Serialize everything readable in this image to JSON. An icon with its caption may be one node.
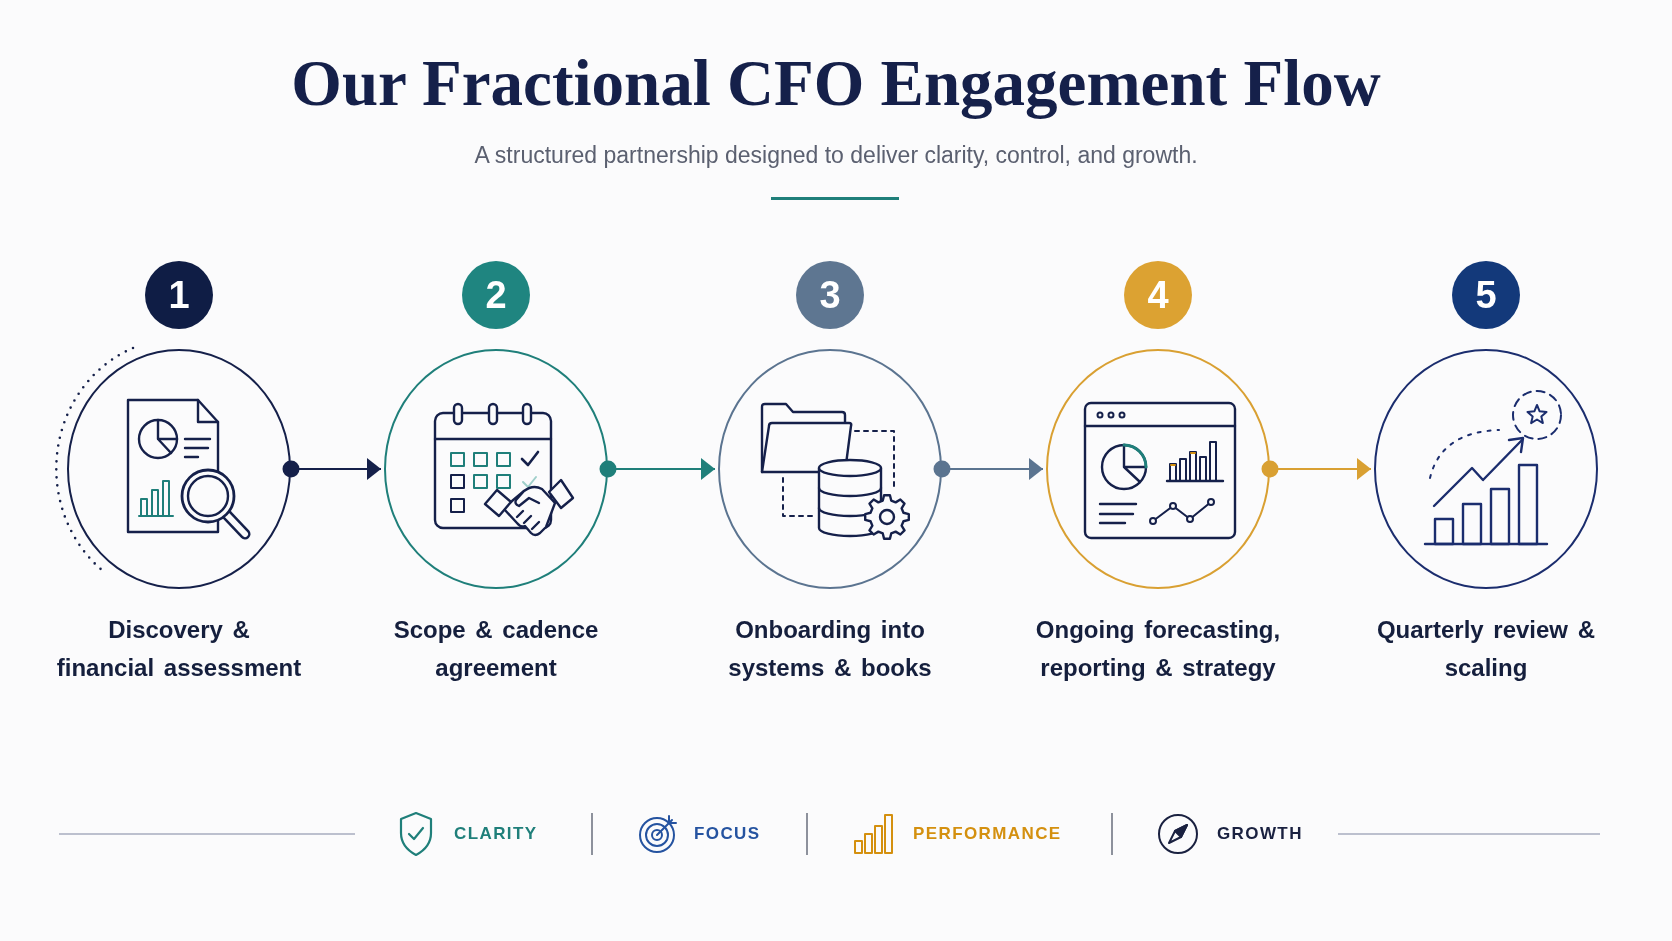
{
  "diagram": {
    "title": "Our Fractional CFO Engagement Flow",
    "nodes": [
      {
        "text": [
          "Discovery & financial assessment"
        ],
        "beside": [
          "1"
        ]
      },
      {
        "text": [
          "Scope & cadence agreement"
        ],
        "beside": [
          "2"
        ]
      },
      {
        "text": [
          "Onboarding into systems & books"
        ],
        "beside": [
          "3"
        ]
      },
      {
        "text": [
          "Ongoing forecasting, reporting & strategy"
        ],
        "beside": [
          "4"
        ]
      },
      {
        "text": [
          "Quarterly review & scaling"
        ],
        "beside": [
          "5"
        ]
      }
    ],
    "edges": [
      {
        "from": 0,
        "to": 1,
        "arrow": "to",
        "color": "#15204a"
      },
      {
        "from": 1,
        "to": 2,
        "arrow": "to",
        "color": "#1f7f7a"
      },
      {
        "from": 2,
        "to": 3,
        "arrow": "to",
        "color": "#5b7490"
      },
      {
        "from": 3,
        "to": 4,
        "arrow": "to",
        "color": "#d9a032"
      }
    ],
    "labels": [
      "A structured partnership designed to deliver clarity, control, and growth.",
      "CLARITY",
      "FOCUS",
      "PERFORMANCE",
      "GROWTH"
    ]
  }
}
